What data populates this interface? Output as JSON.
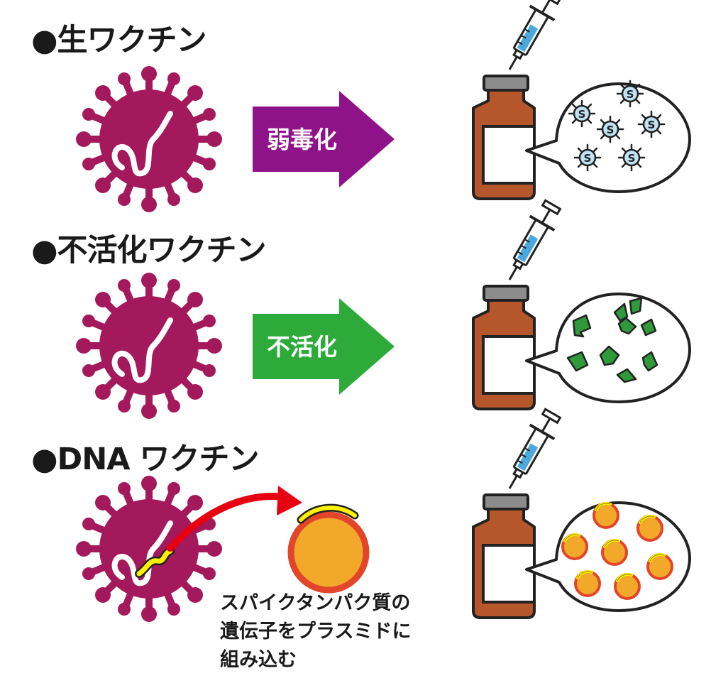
{
  "sections": [
    {
      "title": "●生ワクチン",
      "process_label": "弱毒化",
      "vial_contents": "attenuated-virus-particles"
    },
    {
      "title": "●不活化ワクチン",
      "process_label": "不活化",
      "vial_contents": "inactivated-virus-fragments"
    },
    {
      "title": "●DNA ワクチン",
      "vial_contents": "plasmid-circles"
    }
  ],
  "dna_caption": [
    "スパイクタンパク質の",
    "遺伝子をプラスミドに",
    "組み込む"
  ],
  "particle_letter": "S",
  "colors": {
    "virus": "#a3195b",
    "attenuate_arrow": "#8e1388",
    "inactivate_arrow": "#2eaa3a",
    "dna_arrow": "#e60012",
    "vial_body": "#b5562b",
    "vial_cap": "#8c8c8c",
    "syringe_fluid": "#4aa8dd",
    "particle": "#bfe3f5",
    "fragment": "#2e9a3a",
    "plasmid_fill": "#f2a92a",
    "plasmid_ring": "#e2452a",
    "gene_segment": "#fff200"
  },
  "icons": [
    "virus-icon",
    "syringe-icon",
    "vial-icon",
    "speech-bubble-icon",
    "plasmid-icon"
  ]
}
